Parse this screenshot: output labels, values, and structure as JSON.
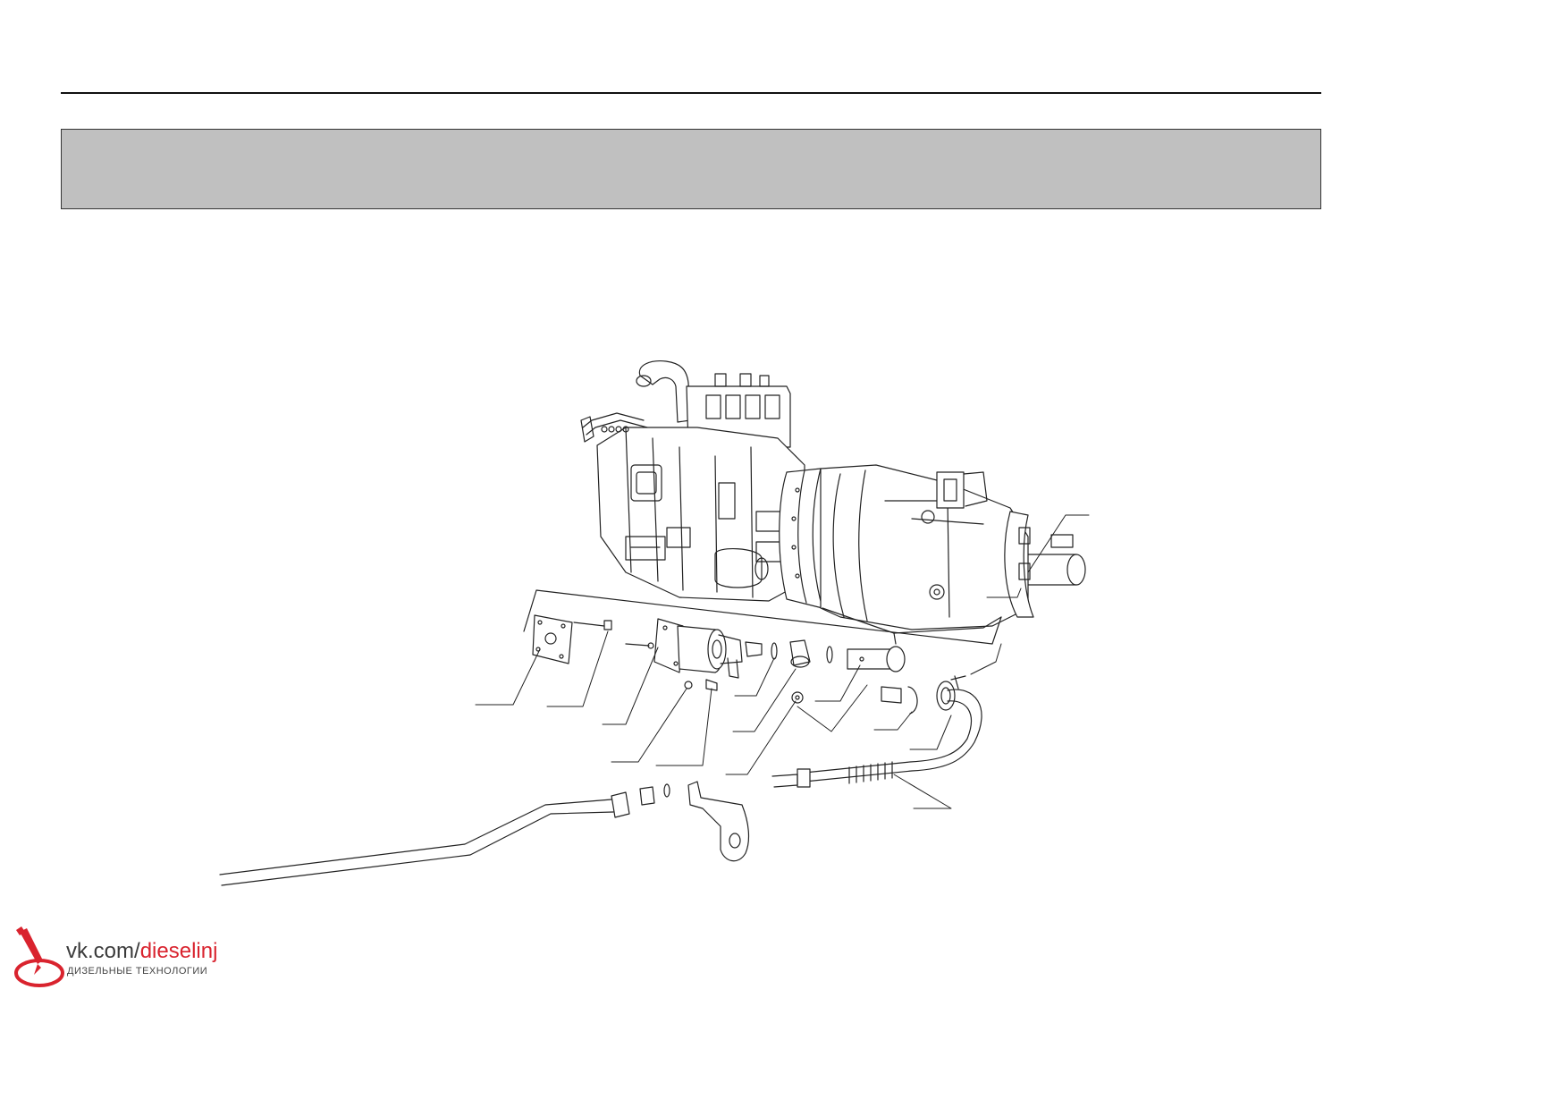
{
  "watermark": {
    "prefix": "vk.com/",
    "name": "dieselinj",
    "tagline": "ДИЗЕЛЬНЫЕ ТЕХНОЛОГИИ"
  },
  "colors": {
    "band": "#c0c0c0",
    "line": "#222222",
    "accent": "#d9232e"
  }
}
